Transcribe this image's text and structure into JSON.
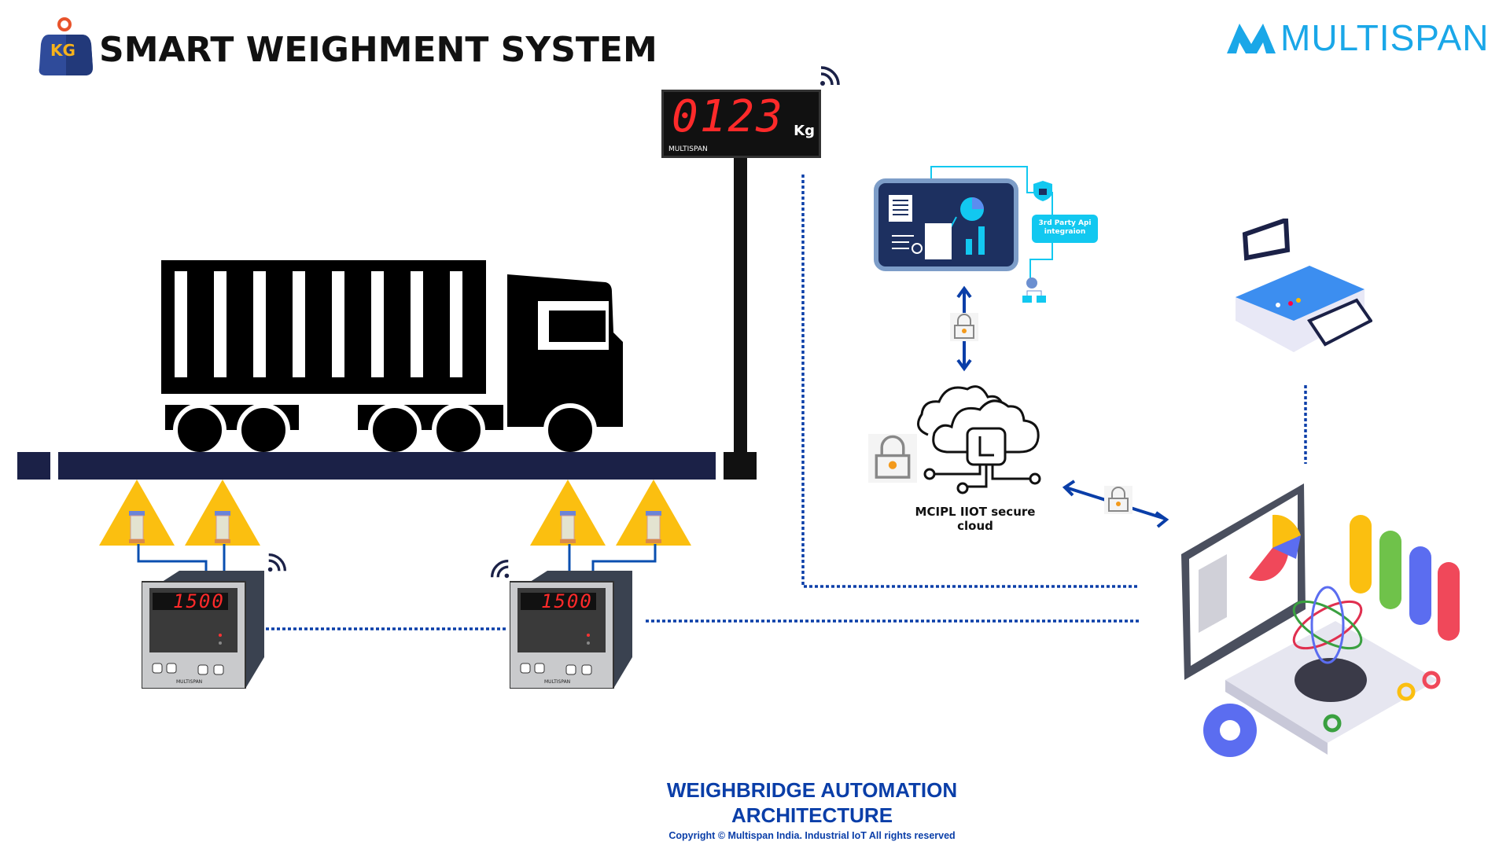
{
  "header": {
    "title": "SMART WEIGHMENT SYSTEM",
    "logo_badge": "KG",
    "brand": "MULTISPAN"
  },
  "big_display": {
    "value": "0123",
    "unit": "Kg",
    "brand": "MULTISPAN"
  },
  "indicators": [
    {
      "value": "1500",
      "brand": "MULTISPAN"
    },
    {
      "value": "1500",
      "brand": "MULTISPAN"
    }
  ],
  "dashboard": {
    "api_label_line1": "3rd Party Api",
    "api_label_line2": "integraion"
  },
  "cloud": {
    "label": "MCIPL IIOT secure cloud"
  },
  "footer": {
    "title_line1": "WEIGHBRIDGE AUTOMATION",
    "title_line2": "ARCHITECTURE",
    "copyright": "Copyright © Multispan India. Industrial IoT All rights reserved"
  },
  "colors": {
    "navy": "#1b2147",
    "link_blue": "#0a3ea8",
    "accent_cyan": "#1aa7e8",
    "loadcell_yellow": "#fbbf10",
    "led_red": "#ff2a2a"
  }
}
